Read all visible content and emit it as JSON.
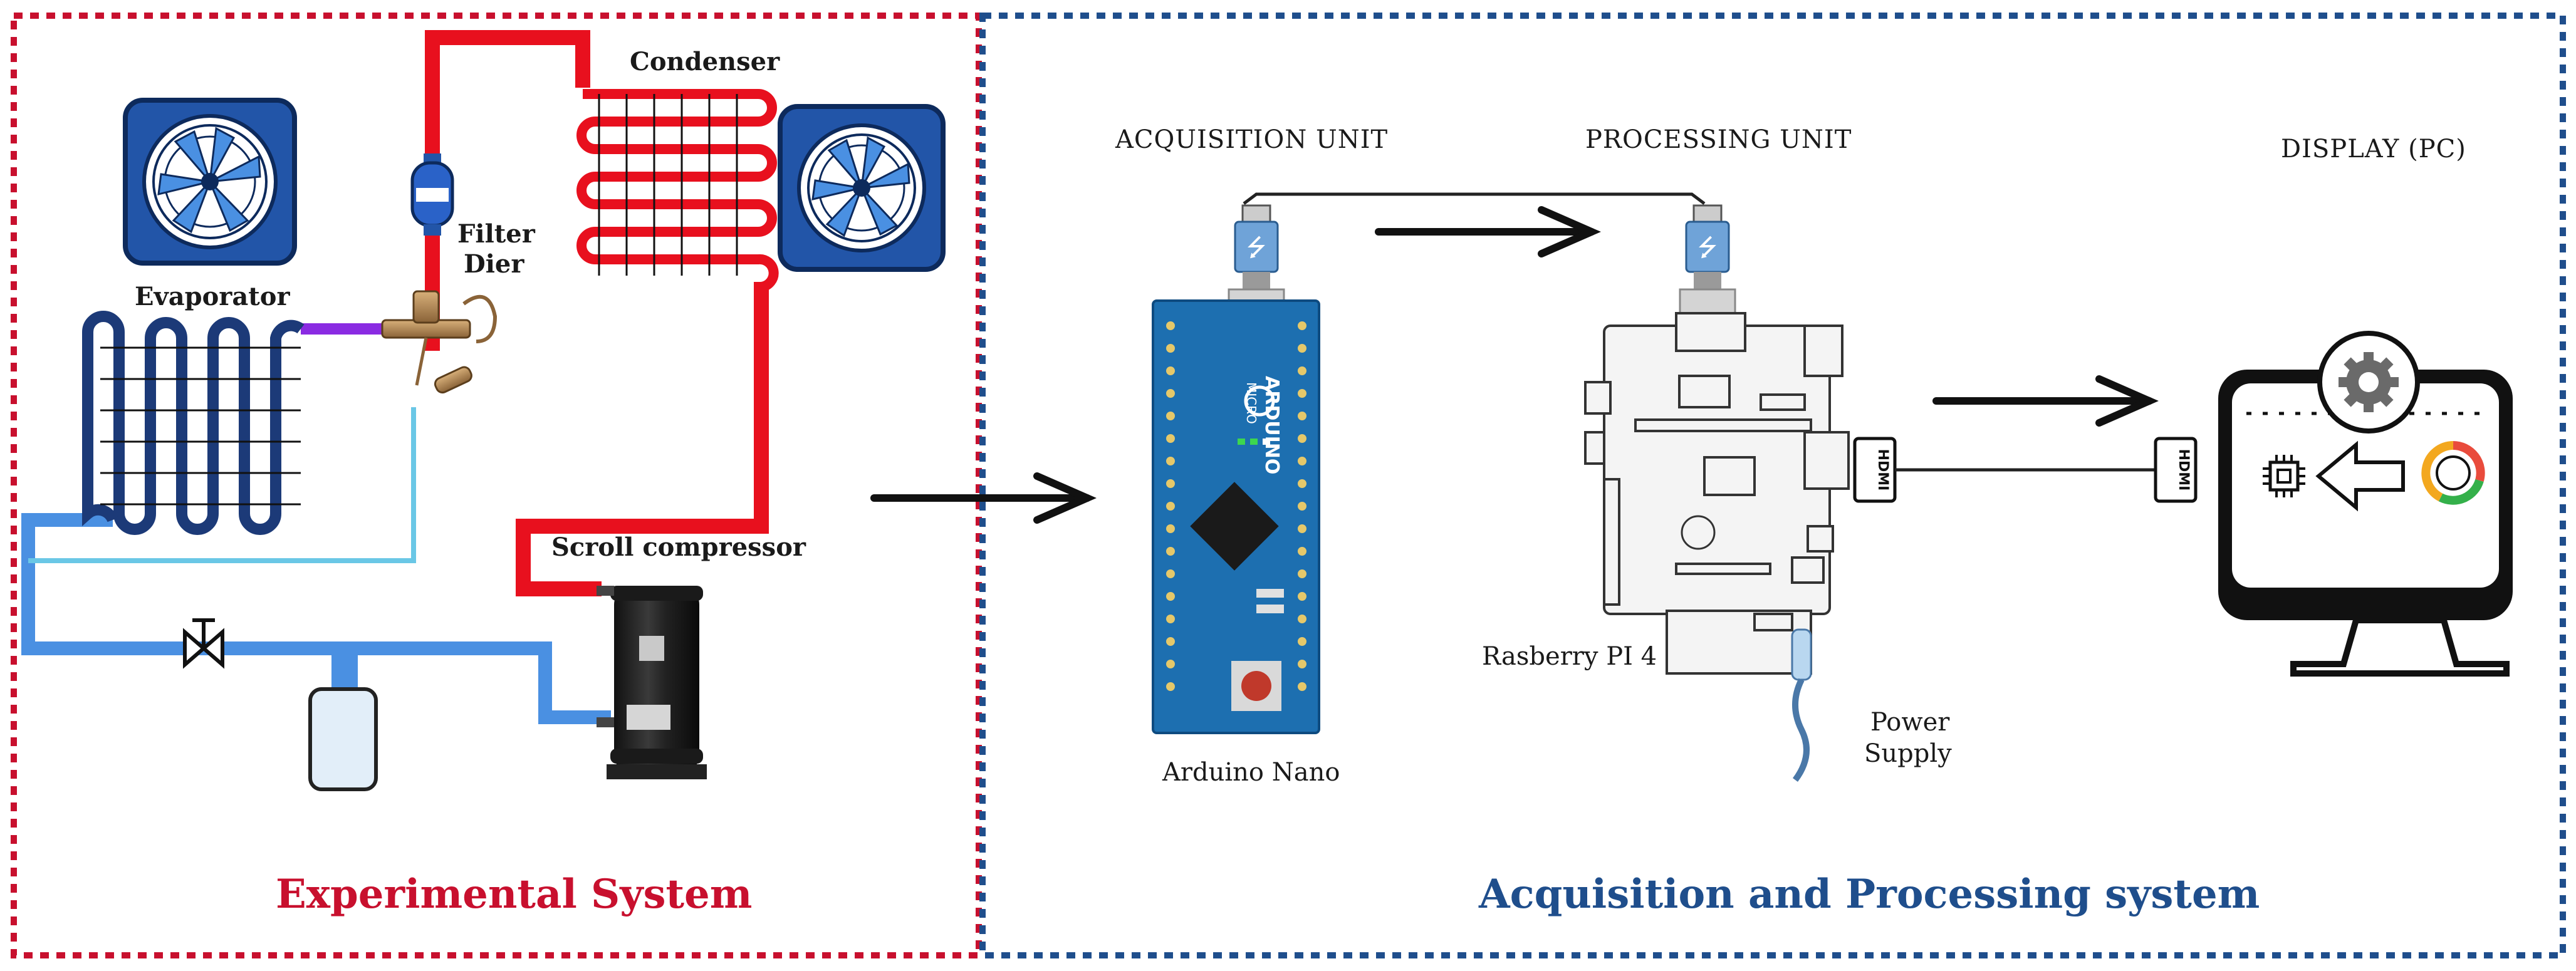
{
  "panels": {
    "left_title": "Experimental System",
    "right_title": "Acquisition and Processing system"
  },
  "labels": {
    "condenser": "Condenser",
    "filter": "Filter",
    "dier": "Dier",
    "evaporator": "Evaporator",
    "scroll_compressor": "Scroll compressor",
    "acquisition_unit": "ACQUISITION UNIT",
    "processing_unit": "PROCESSING UNIT",
    "display_pc": "DISPLAY (PC)",
    "arduino_nano": "Arduino Nano",
    "raspberry": "Rasberry PI 4",
    "power": "Power",
    "supply": "Supply",
    "hdmi": "HDMI",
    "arduino_brand": "ARDUINO",
    "arduino_micro": "MICRO"
  },
  "colors": {
    "left_border": "#c8102e",
    "right_border": "#1f4e8c",
    "left_title": "#c8102e",
    "right_title": "#1f4e8c",
    "hot_line": "#e8101e",
    "cold_line": "#4a90e2",
    "evap_coil": "#1c3a78",
    "fan_box": "#2255a8",
    "arduino_board": "#1d6fb0"
  }
}
